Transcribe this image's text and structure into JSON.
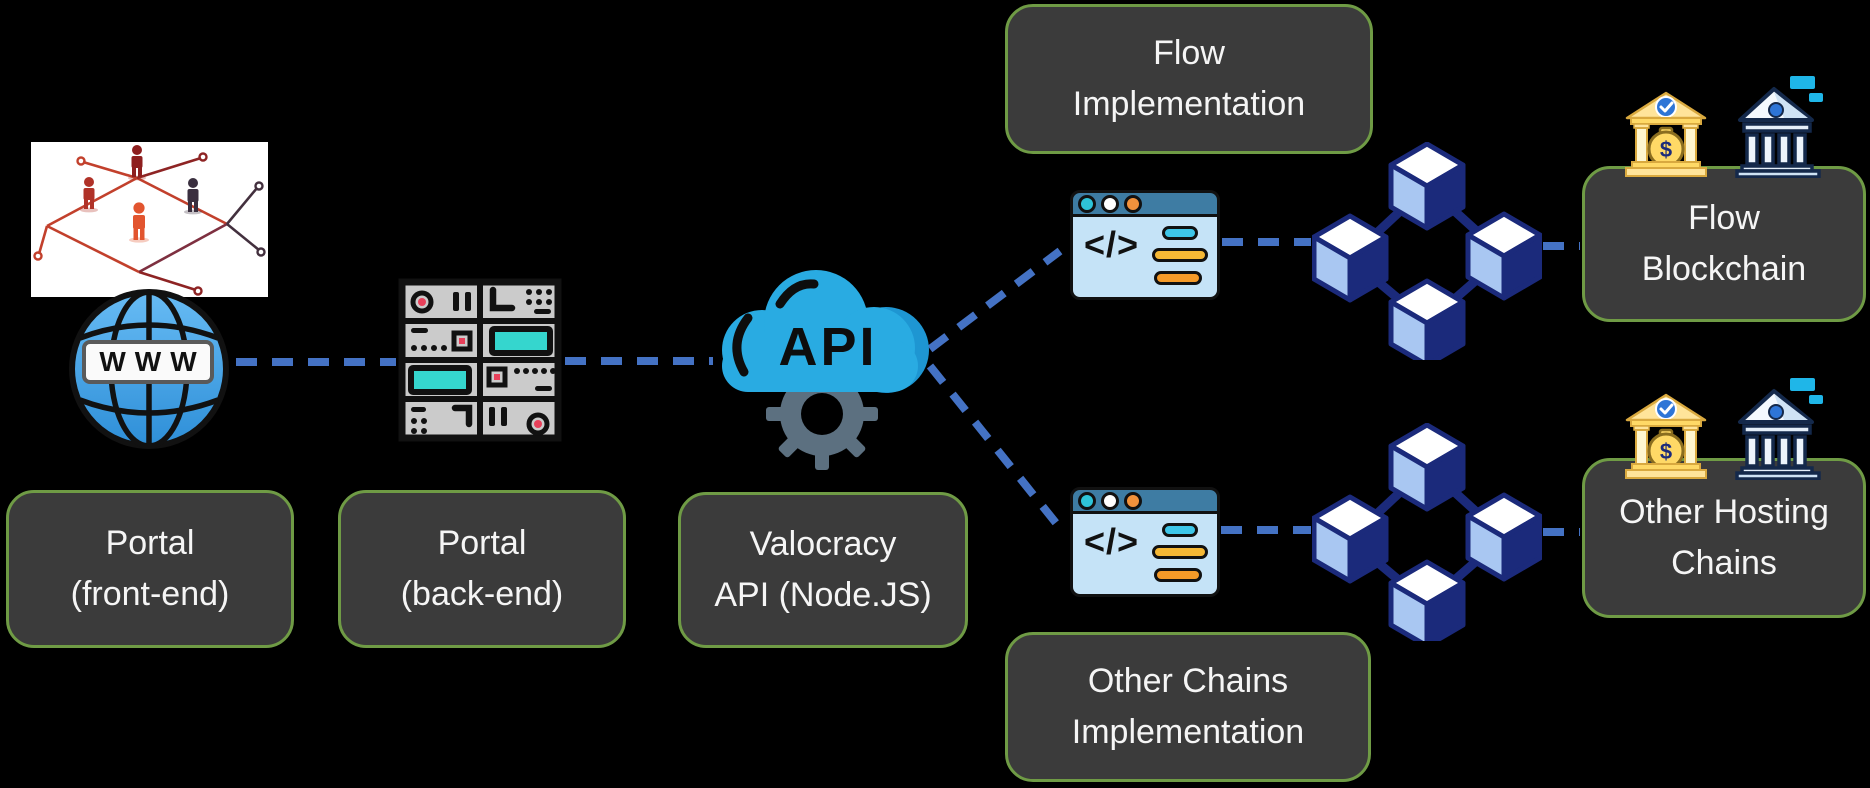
{
  "diagram": {
    "boxes": {
      "portal_frontend": {
        "line1": "Portal",
        "line2": "(front-end)"
      },
      "portal_backend": {
        "line1": "Portal",
        "line2": "(back-end)"
      },
      "valocracy_api": {
        "line1": "Valocracy",
        "line2": "API (Node.JS)"
      },
      "flow_implementation": {
        "line1": "Flow",
        "line2": "Implementation"
      },
      "other_chains_implementation": {
        "line1": "Other Chains",
        "line2": "Implementation"
      },
      "flow_blockchain": {
        "line1": "Flow",
        "line2": "Blockchain"
      },
      "other_hosting_chains": {
        "line1": "Other Hosting",
        "line2": "Chains"
      }
    },
    "icons": {
      "www_globe": "WWW",
      "api_cloud": "API",
      "code_window": "</>",
      "money_bag_symbol": "$"
    },
    "colors": {
      "connector_blue": "#4472C4",
      "box_fill": "#3B3B3B",
      "box_border": "#6F9B45",
      "box_text": "#F5F5F5",
      "cloud_blue": "#29ABE2",
      "cube_navy": "#1B2A7B",
      "cube_face_light": "#A9C7F2",
      "screen_teal": "#35D6CE"
    },
    "edges": [
      {
        "from": "www-globe",
        "to": "server"
      },
      {
        "from": "server",
        "to": "api-cloud"
      },
      {
        "from": "api-cloud",
        "to": "flow-code-window"
      },
      {
        "from": "api-cloud",
        "to": "other-chains-code-window"
      },
      {
        "from": "flow-code-window",
        "to": "flow-blockchain-network"
      },
      {
        "from": "flow-blockchain-network",
        "to": "flow-blockchain-box"
      },
      {
        "from": "other-chains-code-window",
        "to": "other-blockchain-network"
      },
      {
        "from": "other-blockchain-network",
        "to": "other-hosting-chains-box"
      }
    ]
  }
}
